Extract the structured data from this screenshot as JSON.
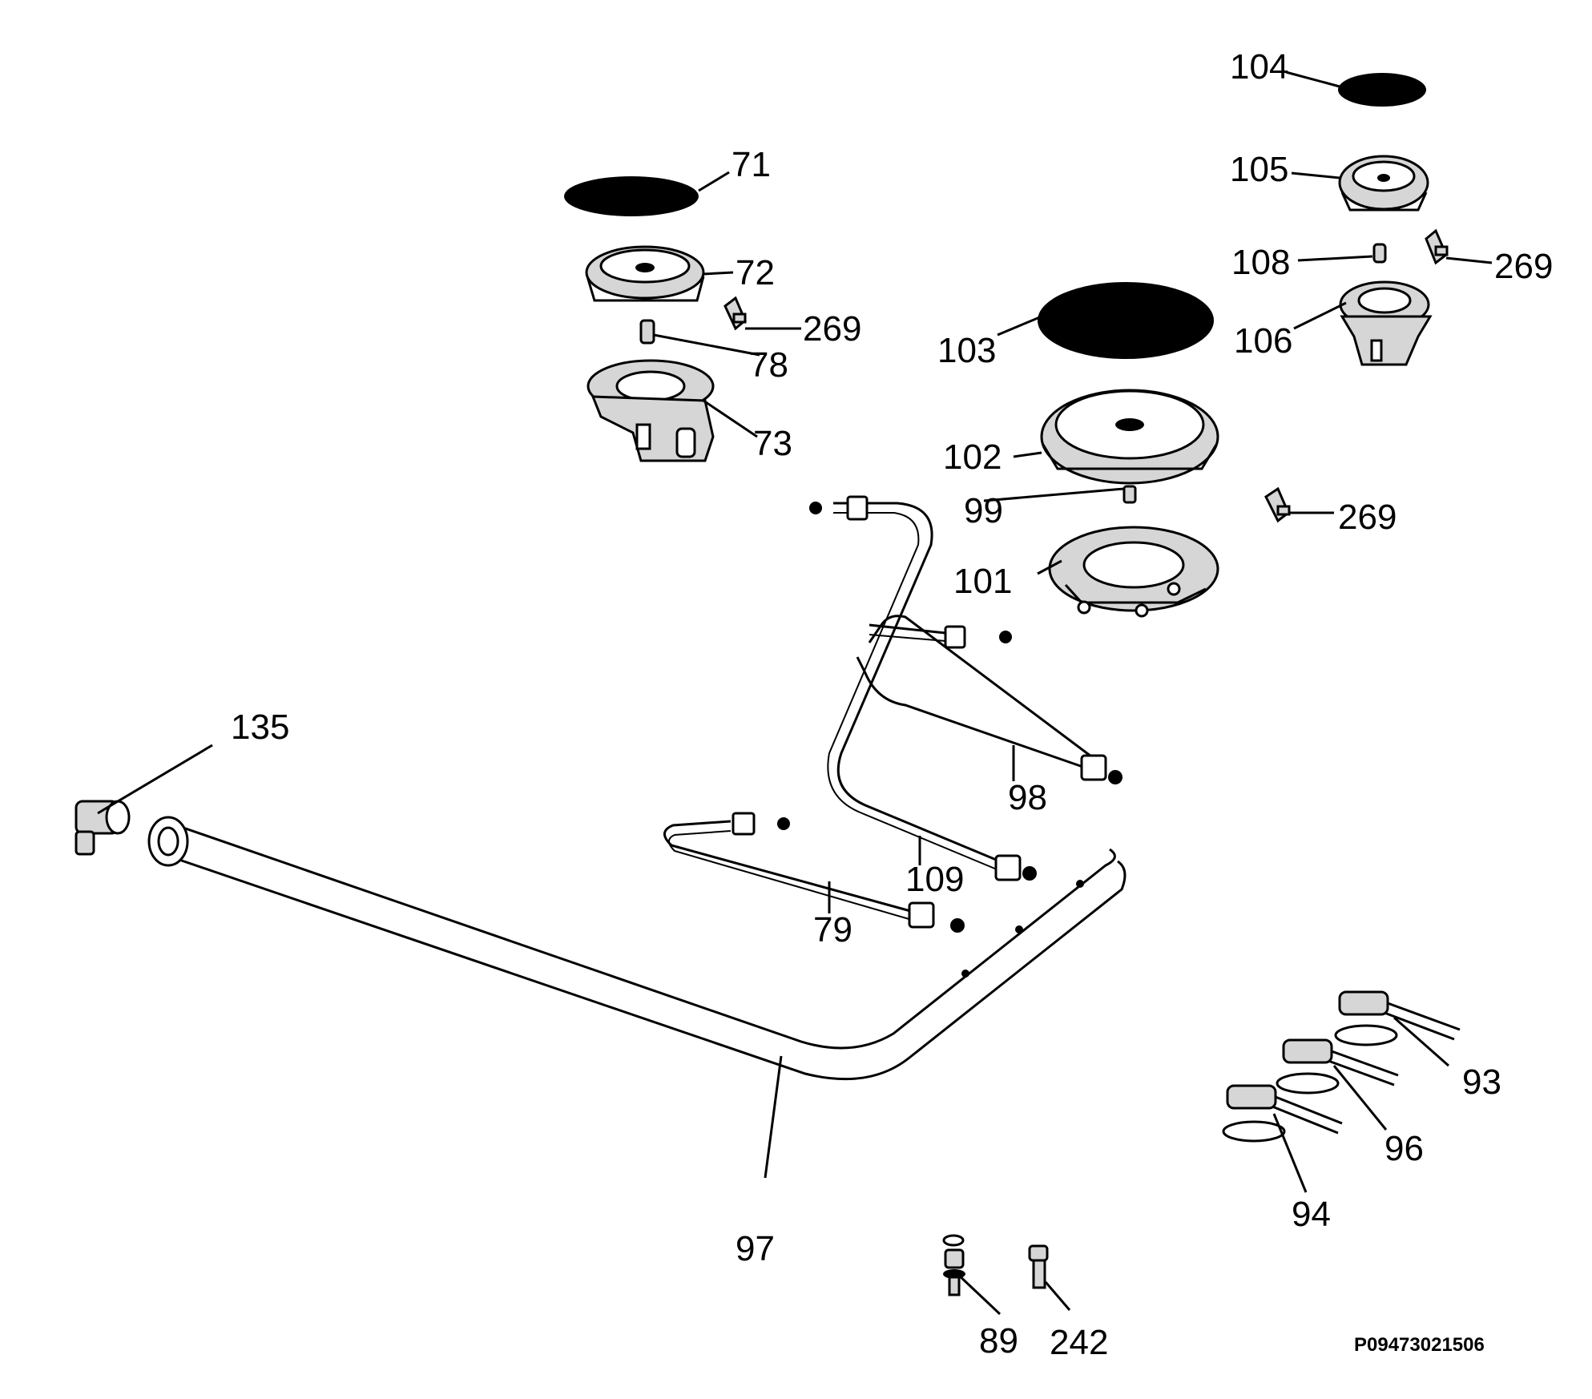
{
  "diagram": {
    "reference_code": "P09473021506",
    "parts": {
      "p71": "71",
      "p72": "72",
      "p73": "73",
      "p78": "78",
      "p79": "79",
      "p89": "89",
      "p93": "93",
      "p94": "94",
      "p96": "96",
      "p97": "97",
      "p98": "98",
      "p99": "99",
      "p101": "101",
      "p102": "102",
      "p103": "103",
      "p104": "104",
      "p105": "105",
      "p106": "106",
      "p108": "108",
      "p109": "109",
      "p135": "135",
      "p242": "242",
      "p269a": "269",
      "p269b": "269",
      "p269c": "269"
    }
  }
}
